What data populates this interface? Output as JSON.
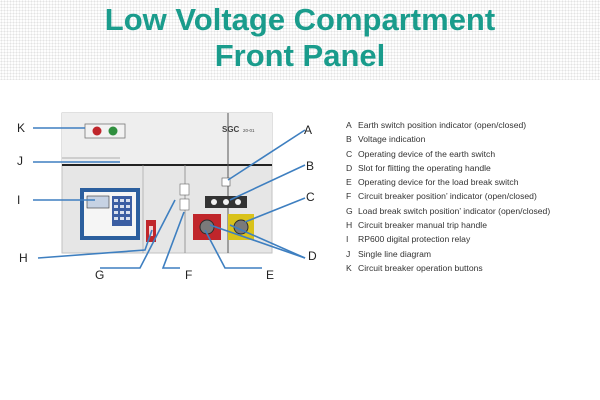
{
  "title_line1": "Low Voltage Compartment",
  "title_line2": "Front Panel",
  "panel_logo": "SGC",
  "panel_code": "20-01",
  "callout_letters": [
    "K",
    "J",
    "I",
    "H",
    "G",
    "F",
    "E",
    "D",
    "C",
    "B",
    "A"
  ],
  "legend": [
    {
      "key": "A",
      "text": "Earth switch position indicator (open/closed)"
    },
    {
      "key": "B",
      "text": "Voltage indication"
    },
    {
      "key": "C",
      "text": "Operating device of the earth switch"
    },
    {
      "key": "D",
      "text": "Slot for flitting the operating handle"
    },
    {
      "key": "E",
      "text": "Operating device for the load break switch"
    },
    {
      "key": "F",
      "text": "Circuit breaker position’ indicator (open/closed)"
    },
    {
      "key": "G",
      "text": "Load break switch position’ indicator (open/closed)"
    },
    {
      "key": "H",
      "text": "Circuit breaker manual trip handle"
    },
    {
      "key": "I",
      "text": "RP600 digital protection relay"
    },
    {
      "key": "J",
      "text": "Single line diagram"
    },
    {
      "key": "K",
      "text": "Circuit breaker operation buttons"
    }
  ],
  "colors": {
    "title": "#1a9c8c",
    "panel": "#e6e6e6",
    "relay": "#2c5f9e",
    "line": "#3e7fc0",
    "red": "#c0262b",
    "yellow": "#d9c21a"
  }
}
